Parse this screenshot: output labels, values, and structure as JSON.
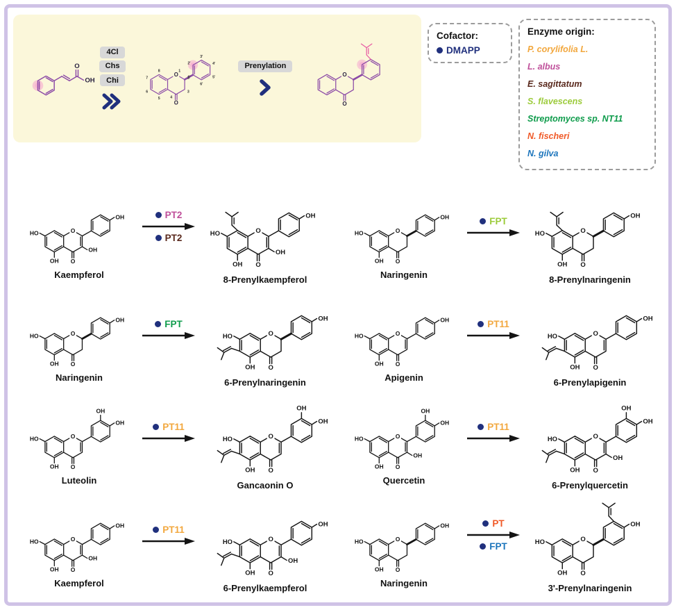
{
  "figure": {
    "atom_labels": {
      "O": "O",
      "OH": "OH",
      "HO": "HO"
    },
    "locants": [
      "1",
      "2",
      "3",
      "4",
      "5",
      "6",
      "7",
      "8",
      "1'",
      "2'",
      "3'",
      "4'",
      "5'",
      "6'"
    ]
  },
  "pathway": {
    "step1_enzymes": [
      "4Cl",
      "Chs",
      "Chi"
    ],
    "step2_label": "Prenylation"
  },
  "cofactor": {
    "title": "Cofactor:",
    "items": [
      {
        "label": "DMAPP",
        "color": "#20307d"
      }
    ]
  },
  "enzyme_origin": {
    "title": "Enzyme origin:",
    "items": [
      {
        "label": "P. corylifolia L.",
        "color": "#f2a73d"
      },
      {
        "label": "L. albus",
        "color": "#bf4f9a"
      },
      {
        "label": "E. sagittatum",
        "color": "#59281c"
      },
      {
        "label": "S. flavescens",
        "color": "#9ccb3b"
      },
      {
        "label": "Streptomyces sp. NT11",
        "color": "#0f9c4c"
      },
      {
        "label": "N. fischeri",
        "color": "#f05a28"
      },
      {
        "label": "N. gilva",
        "color": "#1c75bc"
      }
    ]
  },
  "reactions": [
    {
      "substrate": "Kaempferol",
      "substrate_structure": {
        "skeleton": "flavonol",
        "catechol": false,
        "prenyl": null
      },
      "enzymes": [
        {
          "label": "PT2",
          "color": "#bf4f9a"
        },
        {
          "label": "PT2",
          "color": "#59281c"
        }
      ],
      "product": "8-Prenylkaempferol",
      "product_structure": {
        "skeleton": "flavonol",
        "catechol": false,
        "prenyl": "8"
      }
    },
    {
      "substrate": "Naringenin",
      "substrate_structure": {
        "skeleton": "flavanone",
        "catechol": false,
        "prenyl": null
      },
      "enzymes": [
        {
          "label": "FPT",
          "color": "#9ccb3b"
        }
      ],
      "product": "8-Prenylnaringenin",
      "product_structure": {
        "skeleton": "flavanone",
        "catechol": false,
        "prenyl": "8"
      }
    },
    {
      "substrate": "Naringenin",
      "substrate_structure": {
        "skeleton": "flavanone",
        "catechol": false,
        "prenyl": null
      },
      "enzymes": [
        {
          "label": "FPT",
          "color": "#0f9c4c"
        }
      ],
      "product": "6-Prenylnaringenin",
      "product_structure": {
        "skeleton": "flavanone",
        "catechol": false,
        "prenyl": "6"
      }
    },
    {
      "substrate": "Apigenin",
      "substrate_structure": {
        "skeleton": "flavone",
        "catechol": false,
        "prenyl": null
      },
      "enzymes": [
        {
          "label": "PT11",
          "color": "#f2a73d"
        }
      ],
      "product": "6-Prenylapigenin",
      "product_structure": {
        "skeleton": "flavone",
        "catechol": false,
        "prenyl": "6"
      }
    },
    {
      "substrate": "Luteolin",
      "substrate_structure": {
        "skeleton": "flavone",
        "catechol": true,
        "prenyl": null
      },
      "enzymes": [
        {
          "label": "PT11",
          "color": "#f2a73d"
        }
      ],
      "product": "Gancaonin O",
      "product_structure": {
        "skeleton": "flavone",
        "catechol": true,
        "prenyl": "6"
      }
    },
    {
      "substrate": "Quercetin",
      "substrate_structure": {
        "skeleton": "flavonol",
        "catechol": true,
        "prenyl": null
      },
      "enzymes": [
        {
          "label": "PT11",
          "color": "#f2a73d"
        }
      ],
      "product": "6-Prenylquercetin",
      "product_structure": {
        "skeleton": "flavonol",
        "catechol": true,
        "prenyl": "6"
      }
    },
    {
      "substrate": "Kaempferol",
      "substrate_structure": {
        "skeleton": "flavonol",
        "catechol": false,
        "prenyl": null
      },
      "enzymes": [
        {
          "label": "PT11",
          "color": "#f2a73d"
        }
      ],
      "product": "6-Prenylkaempferol",
      "product_structure": {
        "skeleton": "flavonol",
        "catechol": false,
        "prenyl": "6"
      }
    },
    {
      "substrate": "Naringenin",
      "substrate_structure": {
        "skeleton": "flavanone",
        "catechol": false,
        "prenyl": null
      },
      "enzymes": [
        {
          "label": "PT",
          "color": "#f05a28"
        },
        {
          "label": "FPT",
          "color": "#1c75bc"
        }
      ],
      "product": "3'-Prenylnaringenin",
      "product_structure": {
        "skeleton": "flavanone",
        "catechol": false,
        "prenyl": "3'"
      }
    }
  ],
  "colors": {
    "structure": "#141414",
    "scheme_structure": "#8b4aa6",
    "scheme_label": "#2a2340",
    "prenyl_highlight": "#e75ba3",
    "glow": "#f6a8cf",
    "navy": "#20307d",
    "pill_bg": "#d8d8d8",
    "scheme_bg": "#fbf7da",
    "frame": "#cfc2e6",
    "arrow": "#141414"
  }
}
